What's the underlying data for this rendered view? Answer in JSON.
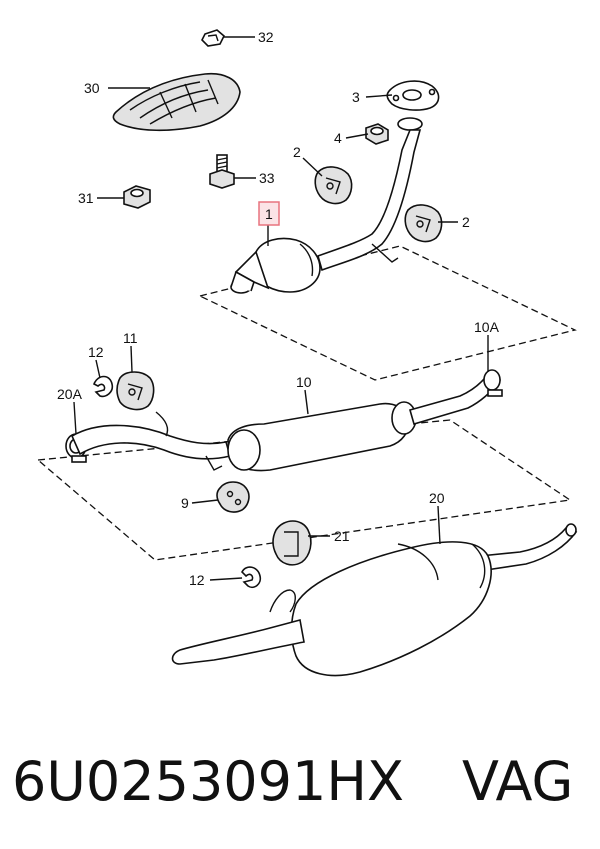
{
  "callouts": {
    "p32": "32",
    "p30": "30",
    "p3": "3",
    "p4": "4",
    "p2a": "2",
    "p33": "33",
    "p31": "31",
    "p1": "1",
    "p2b": "2",
    "p12a": "12",
    "p11": "11",
    "p10a": "10A",
    "p20a": "20A",
    "p10": "10",
    "p9": "9",
    "p20": "20",
    "p21": "21",
    "p12b": "12"
  },
  "footer": {
    "part_number": "6U0253091HX",
    "brand": "VAG"
  },
  "highlight_color": "#e8737e"
}
